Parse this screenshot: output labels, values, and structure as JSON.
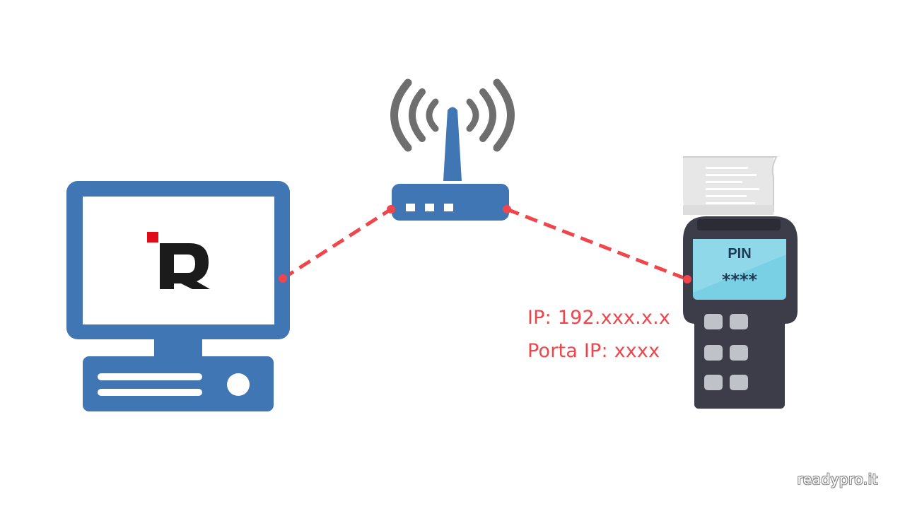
{
  "terminal": {
    "screen_title": "PIN",
    "screen_code": "****"
  },
  "connection": {
    "ip_line": "IP: 192.xxx.x.x",
    "port_line": "Porta IP: xxxx"
  },
  "watermark": {
    "text": "readypro.it"
  },
  "colors": {
    "device_blue": "#3f76b3",
    "link_red": "#f0454a",
    "signal_gray": "#6e6e6e",
    "terminal_dark": "#3d3d4a",
    "terminal_screen": "#79cfe3",
    "logo_red": "#e10b17",
    "logo_black": "#1b1b1b"
  },
  "icons": {
    "computer": "desktop-computer-icon",
    "router": "wifi-router-icon",
    "terminal": "pos-terminal-icon",
    "logo": "readypro-r-logo"
  }
}
